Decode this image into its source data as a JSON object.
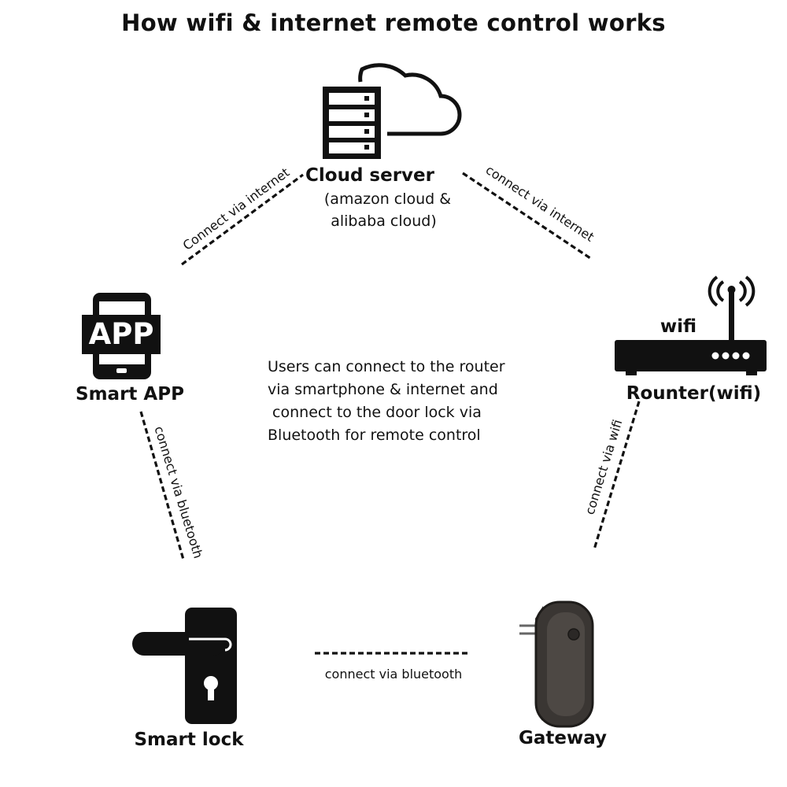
{
  "title": "How wifi & internet remote control works",
  "nodes": {
    "cloud": {
      "label": "Cloud server",
      "sub1": "(amazon cloud &",
      "sub2": "alibaba cloud)"
    },
    "app": {
      "icon_text": "APP",
      "label": "Smart APP"
    },
    "router": {
      "badge": "wifi",
      "label": "Rounter(wifi)"
    },
    "lock": {
      "label": "Smart lock"
    },
    "gateway": {
      "label": "Gateway"
    }
  },
  "links": {
    "app_cloud": "Connect via internet",
    "cloud_router": "connect via internet",
    "app_lock": "connect via bluetooth",
    "router_gateway": "connect via wifi",
    "lock_gateway": "connect via bluetooth"
  },
  "note": "Users can connect to the router\nvia smartphone & internet and\n connect to the door lock via\nBluetooth for remote control",
  "colors": {
    "ink": "#111111",
    "gateway_body": "#3a3633",
    "gateway_face": "#4d4844"
  }
}
